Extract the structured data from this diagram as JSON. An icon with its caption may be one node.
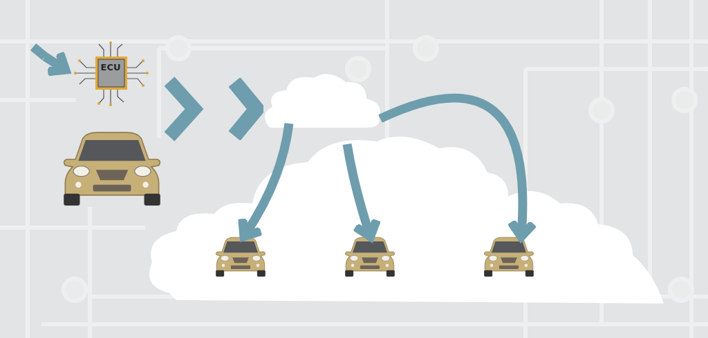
{
  "diagram": {
    "nodes": [
      {
        "text": [
          "ECU"
        ]
      },
      {
        "text": [],
        "shape": "picture"
      },
      {
        "text": [],
        "shape": "cloud"
      },
      {
        "text": [],
        "shape": "cloud"
      },
      {
        "text": [],
        "shape": "picture",
        "in": 3
      },
      {
        "text": [],
        "shape": "picture",
        "in": 3
      },
      {
        "text": [],
        "shape": "picture",
        "in": 3
      }
    ],
    "edges": [
      {
        "from": null,
        "to": 0,
        "arrow": "to"
      },
      {
        "from": null,
        "to": 2,
        "arrow": "to"
      },
      {
        "from": 2,
        "to": 4,
        "arrow": "to"
      },
      {
        "from": 2,
        "to": 5,
        "arrow": "to"
      },
      {
        "from": 2,
        "to": 6,
        "arrow": "to"
      }
    ]
  }
}
